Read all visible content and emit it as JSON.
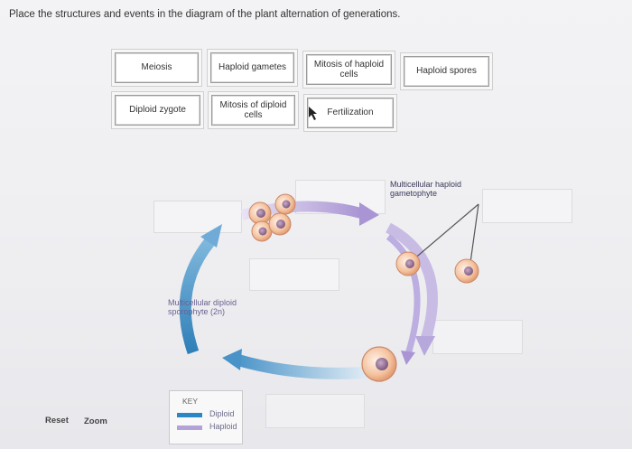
{
  "instruction": "Place the structures and events in the diagram of the plant alternation of generations.",
  "labels": [
    {
      "id": "meiosis",
      "text": "Meiosis"
    },
    {
      "id": "haploid-gametes",
      "text": "Haploid gametes"
    },
    {
      "id": "mitosis-haploid",
      "text": "Mitosis of haploid cells"
    },
    {
      "id": "haploid-spores",
      "text": "Haploid spores"
    },
    {
      "id": "diploid-zygote",
      "text": "Diploid zygote"
    },
    {
      "id": "mitosis-diploid",
      "text": "Mitosis of diploid cells"
    },
    {
      "id": "fertilization",
      "text": "Fertilization"
    }
  ],
  "diagram": {
    "haploid_label": "Multicellular haploid gametophyte",
    "diploid_label": "Multicellular diploid sporophyte (2n)"
  },
  "key": {
    "title": "KEY",
    "diploid": "Diploid",
    "haploid": "Haploid",
    "diploid_color": "#2b86c5",
    "haploid_color": "#b3a2d8"
  },
  "controls": {
    "reset": "Reset",
    "zoom": "Zoom"
  }
}
